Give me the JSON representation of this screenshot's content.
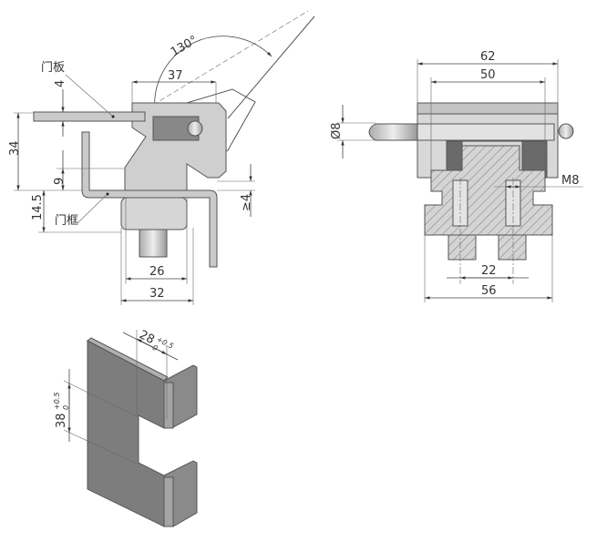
{
  "side_view": {
    "door_panel_label": "门板",
    "door_frame_label": "门框",
    "angle": "130°",
    "dim_37": "37",
    "dim_4": "4",
    "dim_34": "34",
    "dim_9": "9",
    "dim_14_5": "14.5",
    "dim_ge4": "≥4",
    "dim_26": "26",
    "dim_32": "32"
  },
  "front_view": {
    "dim_62": "62",
    "dim_50": "50",
    "dim_d8": "Ø8",
    "thread": "M8",
    "dim_22": "22",
    "dim_56": "56"
  },
  "cutout_view": {
    "dim_28": "28",
    "dim_38": "38",
    "tol_upper": "+0.5",
    "tol_lower": "0"
  },
  "colors": {
    "part": "#c9c9c9",
    "dark": "#6a6a6a",
    "bracket": "#7d7d7d",
    "line": "#444444"
  }
}
